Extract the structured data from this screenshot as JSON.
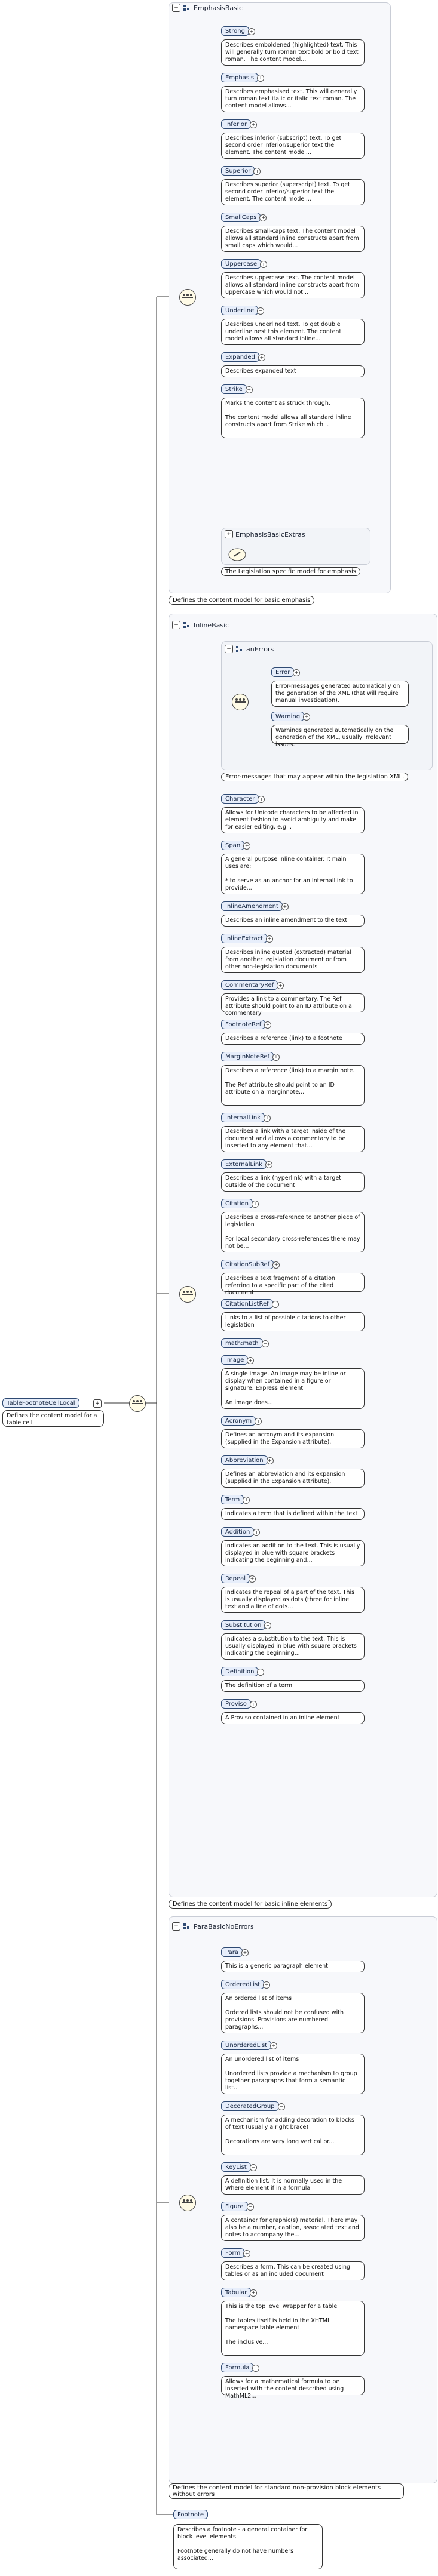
{
  "groups": {
    "emphasis": {
      "title": "EmphasisBasic",
      "footer": "Defines the content model for basic emphasis"
    },
    "inline": {
      "title": "InlineBasic",
      "footer": "Defines the content model for basic inline elements"
    },
    "errors": {
      "title": "anErrors",
      "footer": "Error-messages that may appear within the legislation XML."
    },
    "para": {
      "title": "ParaBasicNoErrors",
      "footer": "Defines the content model for standard non-provision block elements without errors"
    },
    "emphasis_extras": {
      "title": "EmphasisBasicExtras",
      "footer": "The Legislation specific model for emphasis"
    }
  },
  "root": {
    "label": "TableFootnoteCellLocal",
    "doc": "Defines the content model for a table cell"
  },
  "emphasis_items": [
    {
      "label": "Strong",
      "doc": "Describes emboldened (highlighted) text. This will generally turn roman text bold or bold text roman. The content model..."
    },
    {
      "label": "Emphasis",
      "doc": "Describes emphasised text. This will generally turn roman text italic or italic text roman. The content model allows..."
    },
    {
      "label": "Inferior",
      "doc": "Describes inferior (subscript) text. To get second order inferior/superior text the element. The content model..."
    },
    {
      "label": "Superior",
      "doc": "Describes superior (superscript) text. To get second order inferior/superior text the element. The content model..."
    },
    {
      "label": "SmallCaps",
      "doc": "Describes small-caps text. The content model allows all standard inline constructs apart from small caps which would..."
    },
    {
      "label": "Uppercase",
      "doc": "Describes uppercase text. The content model allows all standard inline constructs apart from uppercase which would not..."
    },
    {
      "label": "Underline",
      "doc": "Describes underlined text. To get double underline nest this element. The content model allows all standard inline..."
    },
    {
      "label": "Expanded",
      "doc": "Describes expanded text"
    },
    {
      "label": "Strike",
      "doc": "Marks the content as struck through.\n\nThe content model allows all standard inline constructs apart from Strike which..."
    }
  ],
  "error_items": [
    {
      "label": "Error",
      "doc": "Error-messages generated automatically on the generation of the XML (that will require manual investigation)."
    },
    {
      "label": "Warning",
      "doc": "Warnings generated automatically on the generation of the XML, usually irrelevant issues."
    }
  ],
  "inline_items": [
    {
      "label": "Character",
      "doc": "Allows for Unicode characters to be affected in element fashion to avoid ambiguity and make for easier editing, e.g..."
    },
    {
      "label": "Span",
      "doc": "A general purpose inline container. It main uses are:\n\n* to serve as an anchor for an InternalLink to provide..."
    },
    {
      "label": "InlineAmendment",
      "doc": "Describes an inline amendment to the text"
    },
    {
      "label": "InlineExtract",
      "doc": "Describes inline quoted (extracted) material from another legislation document or from other non-legislation documents"
    },
    {
      "label": "CommentaryRef",
      "doc": "Provides a link to a commentary. The Ref attribute should point to an ID attribute on a commentary"
    },
    {
      "label": "FootnoteRef",
      "doc": "Describes a reference (link) to a footnote"
    },
    {
      "label": "MarginNoteRef",
      "doc": "Describes a reference (link) to a margin note.\n\nThe Ref attribute should point to an ID attribute on a marginnote..."
    },
    {
      "label": "InternalLink",
      "doc": "Describes a link with a target inside of the document and allows a commentary to be inserted to any element that..."
    },
    {
      "label": "ExternalLink",
      "doc": "Describes a link (hyperlink) with a target outside of the document"
    },
    {
      "label": "Citation",
      "doc": "Describes a cross-reference to another piece of legislation\n\nFor local secondary cross-references there may not be..."
    },
    {
      "label": "CitationSubRef",
      "doc": "Describes a text fragment of a citation referring to a specific part of the cited document"
    },
    {
      "label": "CitationListRef",
      "doc": "Links to a list of possible citations to other legislation"
    },
    {
      "label": "math:math",
      "doc": ""
    },
    {
      "label": "Image",
      "doc": "A single image. An image may be inline or display when contained in a figure or signature. Express element\n\nAn image does..."
    },
    {
      "label": "Acronym",
      "doc": "Defines an acronym and its expansion (supplied in the Expansion attribute)."
    },
    {
      "label": "Abbreviation",
      "doc": "Defines an abbreviation and its expansion (supplied in the Expansion attribute)."
    },
    {
      "label": "Term",
      "doc": "Indicates a term that is defined within the text"
    },
    {
      "label": "Addition",
      "doc": "Indicates an addition to the text. This is usually displayed in blue with square brackets indicating the beginning and..."
    },
    {
      "label": "Repeal",
      "doc": "Indicates the repeal of a part of the text. This is usually displayed as dots (three for inline text and a line of dots..."
    },
    {
      "label": "Substitution",
      "doc": "Indicates a substitution to the text. This is usually displayed in blue with square brackets indicating the beginning..."
    },
    {
      "label": "Definition",
      "doc": "The definition of a term"
    },
    {
      "label": "Proviso",
      "doc": "A Proviso contained in an inline element"
    }
  ],
  "para_items": [
    {
      "label": "Para",
      "doc": "This is a generic paragraph element"
    },
    {
      "label": "OrderedList",
      "doc": "An ordered list of items\n\nOrdered lists should not be confused with provisions. Provisions are numbered paragraphs..."
    },
    {
      "label": "UnorderedList",
      "doc": "An unordered list of items\n\nUnordered lists provide a mechanism to group together paragraphs that form a semantic list..."
    },
    {
      "label": "DecoratedGroup",
      "doc": "A mechanism for adding decoration to blocks of text (usually a right brace)\n\nDecorations are very long vertical or..."
    },
    {
      "label": "KeyList",
      "doc": "A definition list. It is normally used in the Where element if in a formula"
    },
    {
      "label": "Figure",
      "doc": "A container for graphic(s) material. There may also be a number, caption, associated text and notes to accompany the..."
    },
    {
      "label": "Form",
      "doc": "Describes a form. This can be created using tables or as an included document"
    },
    {
      "label": "Tabular",
      "doc": "This is the top level wrapper for a table\n\nThe tables itself is held in the XHTML namespace table element\n\nThe inclusive..."
    },
    {
      "label": "Formula",
      "doc": "Allows for a mathematical formula to be inserted with the content described using MathML2..."
    }
  ],
  "footnote": {
    "label": "Footnote",
    "doc": "Describes a footnote - a general container for block level elements\n\nFootnote generally do not have numbers associated..."
  },
  "colors": {
    "node_fill": "#e7eefb",
    "node_border": "#2f4a73",
    "group_fill": "#f7f8fb",
    "connector": "#333333"
  }
}
